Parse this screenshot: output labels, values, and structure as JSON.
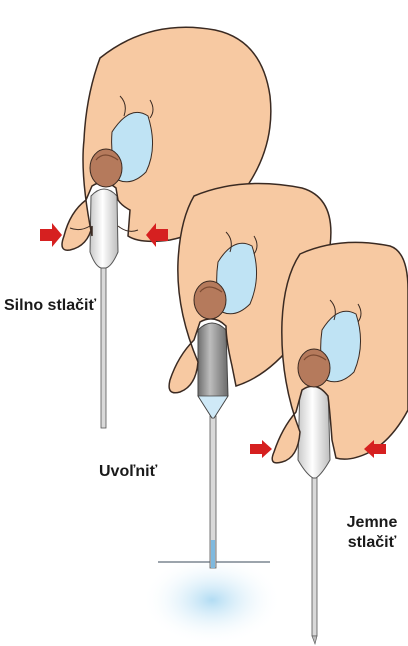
{
  "labels": {
    "squeeze_hard": "Silno stlačiť",
    "release": "Uvoľniť",
    "squeeze_gently_line1": "Jemne",
    "squeeze_gently_line2": "stlačiť"
  },
  "colors": {
    "skin": "#f7c9a2",
    "skin_outline": "#3a2a22",
    "fingernail": "#b57a5c",
    "fingernail_shadow": "#7a4a32",
    "gap_light_blue": "#bfe3f4",
    "bulb_light": "#f2f2f2",
    "bulb_dark": "#8a8a8a",
    "arrow_red": "#d62020",
    "liquid_blue": "#a9d8f2"
  },
  "icons": {
    "arrow": "arrow-right-icon",
    "arrow_left": "arrow-left-icon"
  }
}
